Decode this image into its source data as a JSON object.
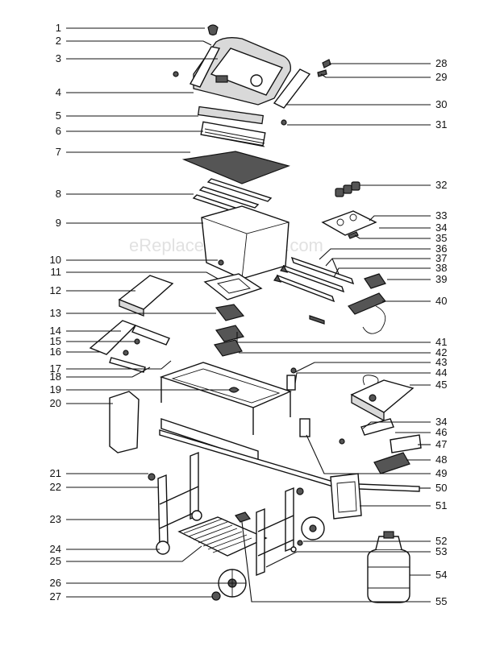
{
  "watermark": "eReplacementParts.com",
  "callouts_left": [
    {
      "label": "1"
    },
    {
      "label": "2"
    },
    {
      "label": "3"
    },
    {
      "label": "4"
    },
    {
      "label": "5"
    },
    {
      "label": "6"
    },
    {
      "label": "7"
    },
    {
      "label": "8"
    },
    {
      "label": "9"
    },
    {
      "label": "10"
    },
    {
      "label": "11"
    },
    {
      "label": "12"
    },
    {
      "label": "13"
    },
    {
      "label": "14"
    },
    {
      "label": "15"
    },
    {
      "label": "16"
    },
    {
      "label": "17"
    },
    {
      "label": "18"
    },
    {
      "label": "19"
    },
    {
      "label": "20"
    },
    {
      "label": "21"
    },
    {
      "label": "22"
    },
    {
      "label": "23"
    },
    {
      "label": "24"
    },
    {
      "label": "25"
    },
    {
      "label": "26"
    },
    {
      "label": "27"
    }
  ],
  "callouts_right": [
    {
      "label": "28"
    },
    {
      "label": "29"
    },
    {
      "label": "30"
    },
    {
      "label": "31"
    },
    {
      "label": "32"
    },
    {
      "label": "33"
    },
    {
      "label": "34"
    },
    {
      "label": "35"
    },
    {
      "label": "36"
    },
    {
      "label": "37"
    },
    {
      "label": "38"
    },
    {
      "label": "39"
    },
    {
      "label": "40"
    },
    {
      "label": "41"
    },
    {
      "label": "42"
    },
    {
      "label": "43"
    },
    {
      "label": "44"
    },
    {
      "label": "45"
    },
    {
      "label": "34"
    },
    {
      "label": "46"
    },
    {
      "label": "47"
    },
    {
      "label": "48"
    },
    {
      "label": "49"
    },
    {
      "label": "50"
    },
    {
      "label": "51"
    },
    {
      "label": "52"
    },
    {
      "label": "53"
    },
    {
      "label": "54"
    },
    {
      "label": "55"
    }
  ]
}
